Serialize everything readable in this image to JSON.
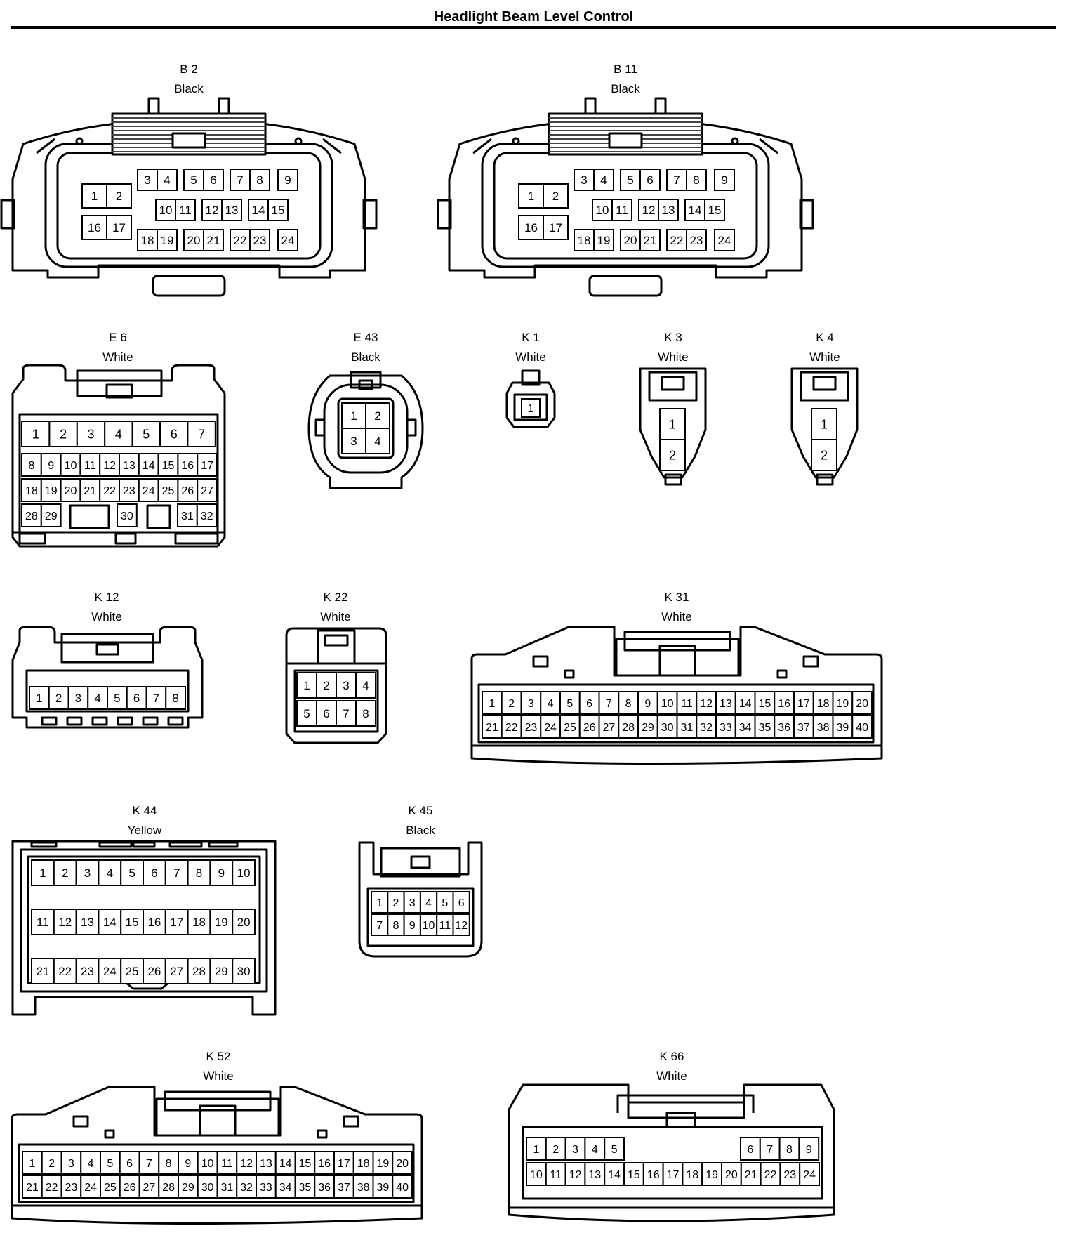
{
  "title": "Headlight Beam Level Control",
  "colors": {
    "ink": "#000000",
    "background": "#ffffff",
    "rib": "#444444"
  },
  "connectors": [
    {
      "id": "b2",
      "name": "B 2",
      "color": "Black"
    },
    {
      "id": "b11",
      "name": "B 11",
      "color": "Black"
    },
    {
      "id": "e6",
      "name": "E 6",
      "color": "White"
    },
    {
      "id": "e43",
      "name": "E 43",
      "color": "Black"
    },
    {
      "id": "k1",
      "name": "K 1",
      "color": "White"
    },
    {
      "id": "k3",
      "name": "K 3",
      "color": "White"
    },
    {
      "id": "k4",
      "name": "K 4",
      "color": "White"
    },
    {
      "id": "k12",
      "name": "K 12",
      "color": "White"
    },
    {
      "id": "k22",
      "name": "K 22",
      "color": "White"
    },
    {
      "id": "k31",
      "name": "K 31",
      "color": "White"
    },
    {
      "id": "k44",
      "name": "K 44",
      "color": "Yellow"
    },
    {
      "id": "k45",
      "name": "K 45",
      "color": "Black"
    },
    {
      "id": "k52",
      "name": "K 52",
      "color": "White"
    },
    {
      "id": "k66",
      "name": "K 66",
      "color": "White"
    }
  ]
}
